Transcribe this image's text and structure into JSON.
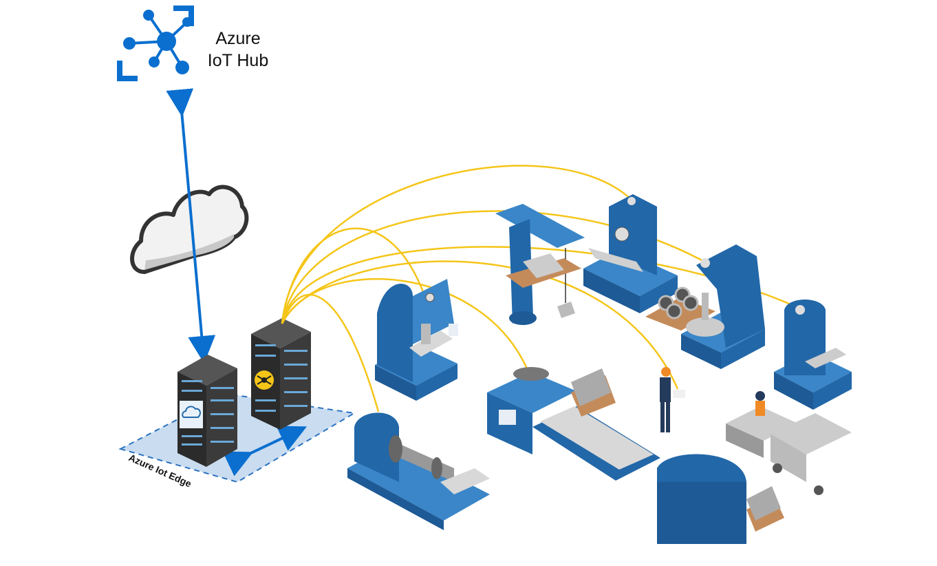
{
  "hub": {
    "title_line1": "Azure",
    "title_line2": "IoT Hub",
    "icon": "iot-hub-icon"
  },
  "edge": {
    "label": "Azure Iot Edge"
  },
  "colors": {
    "azure_blue": "#0a6fcf",
    "machine_blue": "#2267a8",
    "machine_blue_light": "#3a86c8",
    "cable_yellow": "#f5c518",
    "server_dark": "#2b2b2b",
    "edge_zone": "#c9dcf0"
  }
}
